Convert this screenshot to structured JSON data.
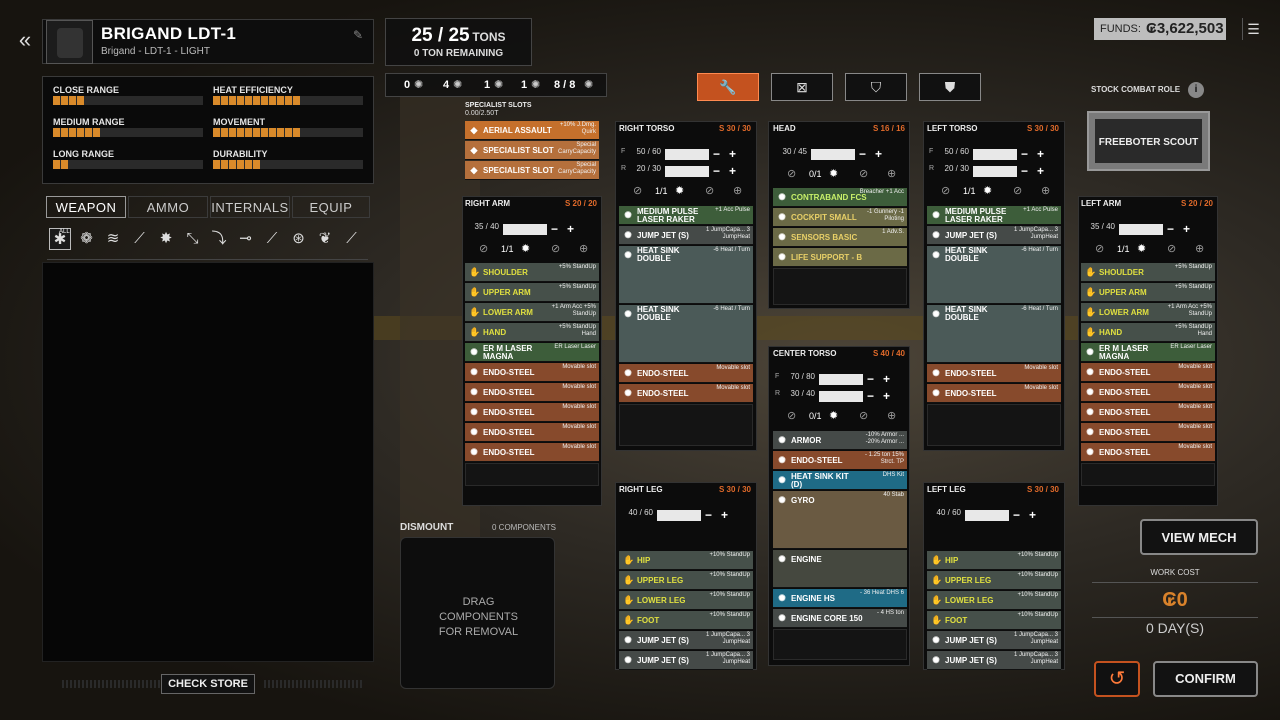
{
  "header": {
    "back_icon": "chevron-double-left-icon",
    "name": "BRIGAND LDT-1",
    "subtitle": "Brigand - LDT-1 - LIGHT",
    "edit_icon": "edit-icon"
  },
  "stats": [
    {
      "label": "CLOSE RANGE",
      "level": 4
    },
    {
      "label": "HEAT EFFICIENCY",
      "level": 11
    },
    {
      "label": "MEDIUM RANGE",
      "level": 6
    },
    {
      "label": "MOVEMENT",
      "level": 11
    },
    {
      "label": "LONG RANGE",
      "level": 2
    },
    {
      "label": "DURABILITY",
      "level": 6
    }
  ],
  "tabs": [
    "WEAPON",
    "AMMO",
    "INTERNALS",
    "EQUIP"
  ],
  "categories": {
    "all_label": "ALL"
  },
  "check_store": "CHECK STORE",
  "tonnage": {
    "value": "25 / 25",
    "unit": "TONS",
    "remaining": "0 TON REMAINING"
  },
  "counters": [
    {
      "value": "0"
    },
    {
      "value": "4"
    },
    {
      "value": "1"
    },
    {
      "value": "1"
    },
    {
      "value": "8 / 8"
    }
  ],
  "specialist": {
    "title": "SPECIALIST SLOTS",
    "sub": "0.00/2.50T",
    "slots": [
      {
        "name": "AERIAL ASSAULT",
        "desc": "+10% J.Dmg. Quirk"
      },
      {
        "name": "SPECIALIST SLOT",
        "desc": "Special CarryCapacity"
      },
      {
        "name": "SPECIALIST SLOT",
        "desc": "Special CarryCapacity"
      }
    ]
  },
  "stock_role": {
    "label": "STOCK COMBAT ROLE",
    "value": "FREEBOTER SCOUT"
  },
  "funds": {
    "label": "FUNDS:",
    "value": "₢3,622,503"
  },
  "parts": {
    "right_arm": {
      "title": "RIGHT ARM",
      "cap": "20 / 20",
      "armor": [
        "35 / 40"
      ],
      "ratio": "1/1",
      "slots": [
        [
          "SHOULDER",
          "+5% StandUp"
        ],
        [
          "UPPER ARM",
          "+5% StandUp"
        ],
        [
          "LOWER ARM",
          "+1 Arm Acc +5% StandUp"
        ],
        [
          "HAND",
          "+5% StandUp Hand"
        ],
        [
          "ER M LASER MAGNA",
          "ER Laser Laser"
        ],
        [
          "ENDO-STEEL",
          "Movable slot"
        ],
        [
          "ENDO-STEEL",
          "Movable slot"
        ],
        [
          "ENDO-STEEL",
          "Movable slot"
        ],
        [
          "ENDO-STEEL",
          "Movable slot"
        ],
        [
          "ENDO-STEEL",
          "Movable slot"
        ]
      ]
    },
    "left_arm": {
      "title": "LEFT ARM",
      "cap": "20 / 20",
      "armor": [
        "35 / 40"
      ],
      "ratio": "1/1",
      "slots": [
        [
          "SHOULDER",
          "+5% StandUp"
        ],
        [
          "UPPER ARM",
          "+5% StandUp"
        ],
        [
          "LOWER ARM",
          "+1 Arm Acc +5% StandUp"
        ],
        [
          "HAND",
          "+5% StandUp Hand"
        ],
        [
          "ER M LASER MAGNA",
          "ER Laser Laser"
        ],
        [
          "ENDO-STEEL",
          "Movable slot"
        ],
        [
          "ENDO-STEEL",
          "Movable slot"
        ],
        [
          "ENDO-STEEL",
          "Movable slot"
        ],
        [
          "ENDO-STEEL",
          "Movable slot"
        ],
        [
          "ENDO-STEEL",
          "Movable slot"
        ]
      ]
    },
    "right_torso": {
      "title": "RIGHT TORSO",
      "cap": "30 / 30",
      "armor": [
        "50 / 60",
        "20 / 30"
      ],
      "ratio": "1/1",
      "slots": [
        [
          "MEDIUM PULSE LASER RAKER",
          "+1 Acc Pulse"
        ],
        [
          "JUMP JET (S)",
          "1 JumpCapa... 3 JumpHeat"
        ],
        [
          "HEAT SINK DOUBLE",
          "-6 Heat / Turn"
        ],
        [
          "HEAT SINK DOUBLE",
          "-6 Heat / Turn"
        ],
        [
          "ENDO-STEEL",
          "Movable slot"
        ],
        [
          "ENDO-STEEL",
          "Movable slot"
        ]
      ]
    },
    "left_torso": {
      "title": "LEFT TORSO",
      "cap": "30 / 30",
      "armor": [
        "50 / 60",
        "20 / 30"
      ],
      "ratio": "1/1",
      "slots": [
        [
          "MEDIUM PULSE LASER RAKER",
          "+1 Acc Pulse"
        ],
        [
          "JUMP JET (S)",
          "1 JumpCapa... 3 JumpHeat"
        ],
        [
          "HEAT SINK DOUBLE",
          "-6 Heat / Turn"
        ],
        [
          "HEAT SINK DOUBLE",
          "-6 Heat / Turn"
        ],
        [
          "ENDO-STEEL",
          "Movable slot"
        ],
        [
          "ENDO-STEEL",
          "Movable slot"
        ]
      ]
    },
    "head": {
      "title": "HEAD",
      "cap": "16 / 16",
      "armor": [
        "30 / 45"
      ],
      "ratio": "0/1",
      "slots": [
        [
          "CONTRABAND FCS",
          "Breacher +1 Acc"
        ],
        [
          "COCKPIT SMALL",
          "-1 Gunnery -1 Piloting"
        ],
        [
          "SENSORS BASIC",
          "1 Adv.S."
        ],
        [
          "LIFE SUPPORT - B",
          ""
        ]
      ]
    },
    "center_torso": {
      "title": "CENTER TORSO",
      "cap": "40 / 40",
      "armor": [
        "70 / 80",
        "30 / 40"
      ],
      "ratio": "0/1",
      "slots": [
        [
          "ARMOR",
          "-10% Armor ... -20% Armor ..."
        ],
        [
          "ENDO-STEEL",
          "- 1.25 ton 15% Strct. TP"
        ],
        [
          "HEAT SINK KIT (D)",
          "DHS Kit"
        ],
        [
          "GYRO",
          "40 Stab"
        ],
        [
          "ENGINE",
          ""
        ],
        [
          "ENGINE HS",
          "- 36 Heat DHS 6"
        ],
        [
          "ENGINE CORE 150",
          "- 4 HS ton"
        ]
      ]
    },
    "right_leg": {
      "title": "RIGHT LEG",
      "cap": "30 / 30",
      "armor": [
        "40 / 60"
      ],
      "slots": [
        [
          "HIP",
          "+10% StandUp"
        ],
        [
          "UPPER LEG",
          "+10% StandUp"
        ],
        [
          "LOWER LEG",
          "+10% StandUp"
        ],
        [
          "FOOT",
          "+10% StandUp"
        ],
        [
          "JUMP JET (S)",
          "1 JumpCapa... 3 JumpHeat"
        ],
        [
          "JUMP JET (S)",
          "1 JumpCapa... 3 JumpHeat"
        ]
      ]
    },
    "left_leg": {
      "title": "LEFT LEG",
      "cap": "30 / 30",
      "armor": [
        "40 / 60"
      ],
      "slots": [
        [
          "HIP",
          "+10% StandUp"
        ],
        [
          "UPPER LEG",
          "+10% StandUp"
        ],
        [
          "LOWER LEG",
          "+10% StandUp"
        ],
        [
          "FOOT",
          "+10% StandUp"
        ],
        [
          "JUMP JET (S)",
          "1 JumpCapa... 3 JumpHeat"
        ],
        [
          "JUMP JET (S)",
          "1 JumpCapa... 3 JumpHeat"
        ]
      ]
    }
  },
  "dismount": {
    "title": "DISMOUNT",
    "count": "0 COMPONENTS",
    "hint": "DRAG COMPONENTS FOR REMOVAL"
  },
  "view_mech": "VIEW MECH",
  "work": {
    "label": "WORK COST",
    "value": "₢0",
    "days": "0 DAY(S)"
  },
  "confirm": "CONFIRM",
  "armor_labels": {
    "front": "F",
    "rear": "R"
  },
  "colors": {
    "accent": "#e06a2a",
    "green_slot": "#3d5d3a",
    "steel_slot": "#874a2c"
  }
}
